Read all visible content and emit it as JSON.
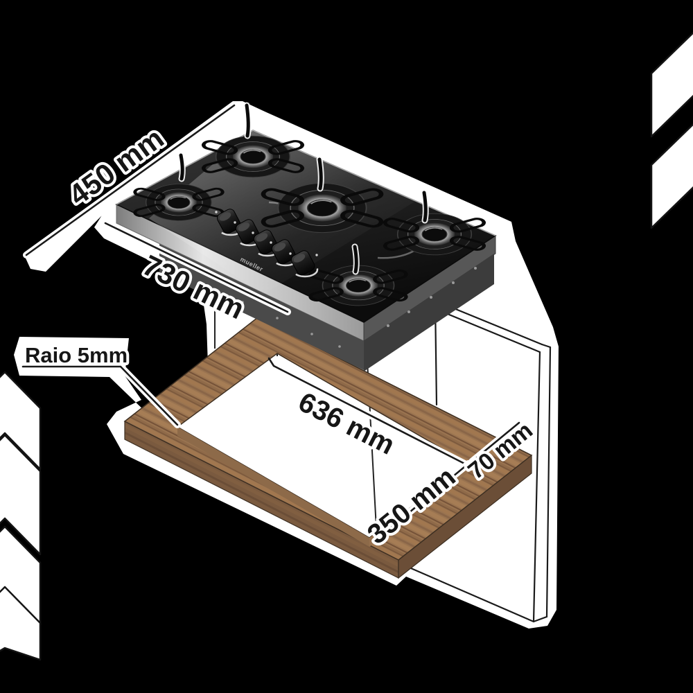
{
  "diagram": {
    "description": "Gas cooktop installation cutout dimension diagram",
    "labels": {
      "cooktop_depth": "450 mm",
      "cooktop_width": "730 mm",
      "cutout_width": "636 mm",
      "cutout_depth": "350 mm",
      "rear_clearance": "70 mm",
      "corner_radius": "Raio 5mm"
    },
    "brand": "mueller",
    "burner_count": 5,
    "knob_count": 5,
    "colors": {
      "background": "#000000",
      "paper": "#ffffff",
      "line": "#1a1a1a",
      "wood_top": "#9a7450",
      "wood_side": "#775639",
      "glass": "#1f1f1f",
      "steel": "#d6d6d6"
    },
    "decorations": {
      "left_chevron_count": 4,
      "right_chevron_count": 2
    }
  }
}
